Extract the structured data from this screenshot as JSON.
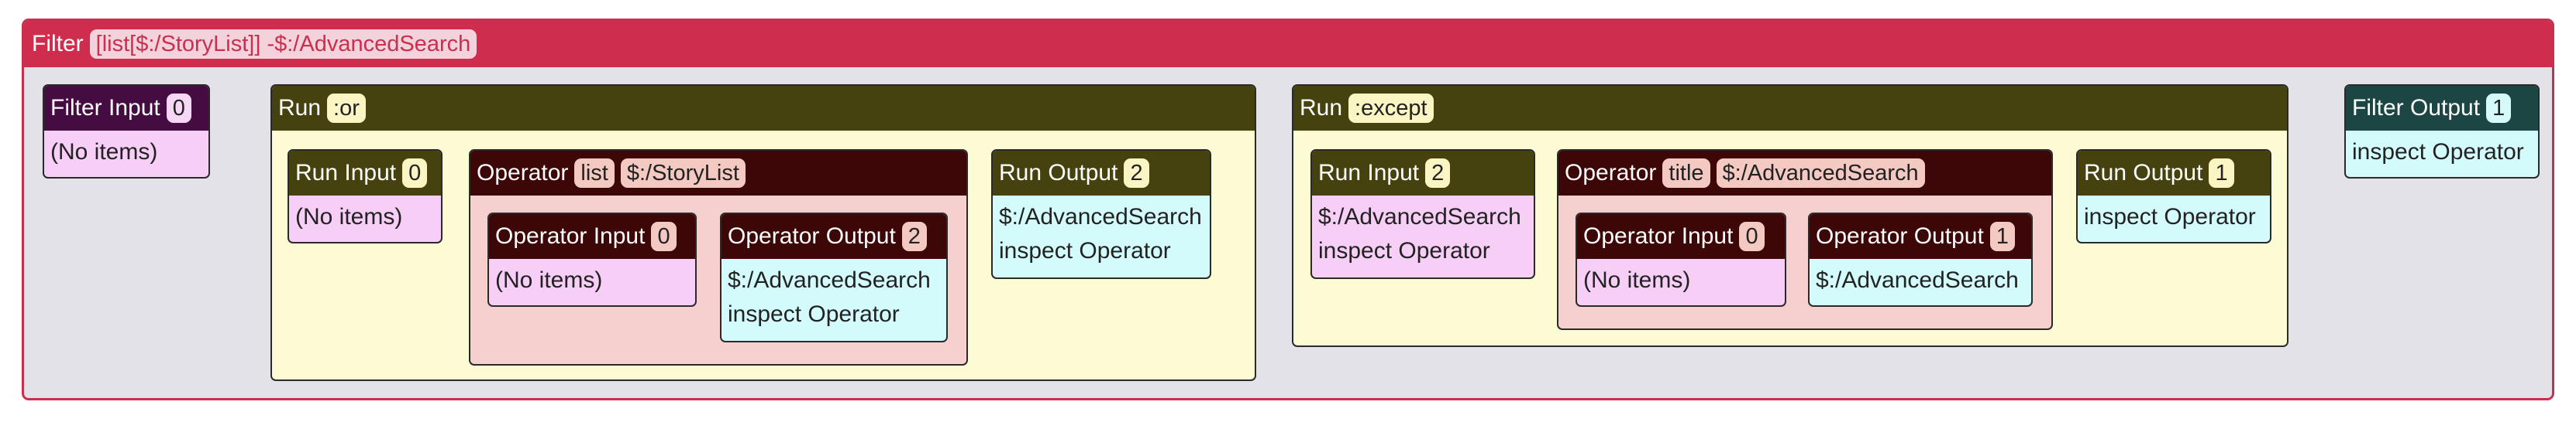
{
  "filter": {
    "title": "Filter",
    "expression": "[list[$:/StoryList]] -$:/AdvancedSearch",
    "input": {
      "label": "Filter Input",
      "count": "0",
      "items": [
        "(No items)"
      ]
    },
    "output": {
      "label": "Filter Output",
      "count": "1",
      "items": [
        "inspect Operator"
      ]
    }
  },
  "runs": [
    {
      "label": "Run",
      "prefix": ":or",
      "input": {
        "label": "Run Input",
        "count": "0",
        "items": [
          "(No items)"
        ]
      },
      "operator": {
        "label": "Operator",
        "name": "list",
        "param": "$:/StoryList",
        "input": {
          "label": "Operator Input",
          "count": "0",
          "items": [
            "(No items)"
          ]
        },
        "output": {
          "label": "Operator Output",
          "count": "2",
          "items": [
            "$:/AdvancedSearch",
            "inspect Operator"
          ]
        }
      },
      "output": {
        "label": "Run Output",
        "count": "2",
        "items": [
          "$:/AdvancedSearch",
          "inspect Operator"
        ]
      }
    },
    {
      "label": "Run",
      "prefix": ":except",
      "input": {
        "label": "Run Input",
        "count": "2",
        "items": [
          "$:/AdvancedSearch",
          "inspect Operator"
        ]
      },
      "operator": {
        "label": "Operator",
        "name": "title",
        "param": "$:/AdvancedSearch",
        "input": {
          "label": "Operator Input",
          "count": "0",
          "items": [
            "(No items)"
          ]
        },
        "output": {
          "label": "Operator Output",
          "count": "1",
          "items": [
            "$:/AdvancedSearch"
          ]
        }
      },
      "output": {
        "label": "Run Output",
        "count": "1",
        "items": [
          "inspect Operator"
        ]
      }
    }
  ]
}
